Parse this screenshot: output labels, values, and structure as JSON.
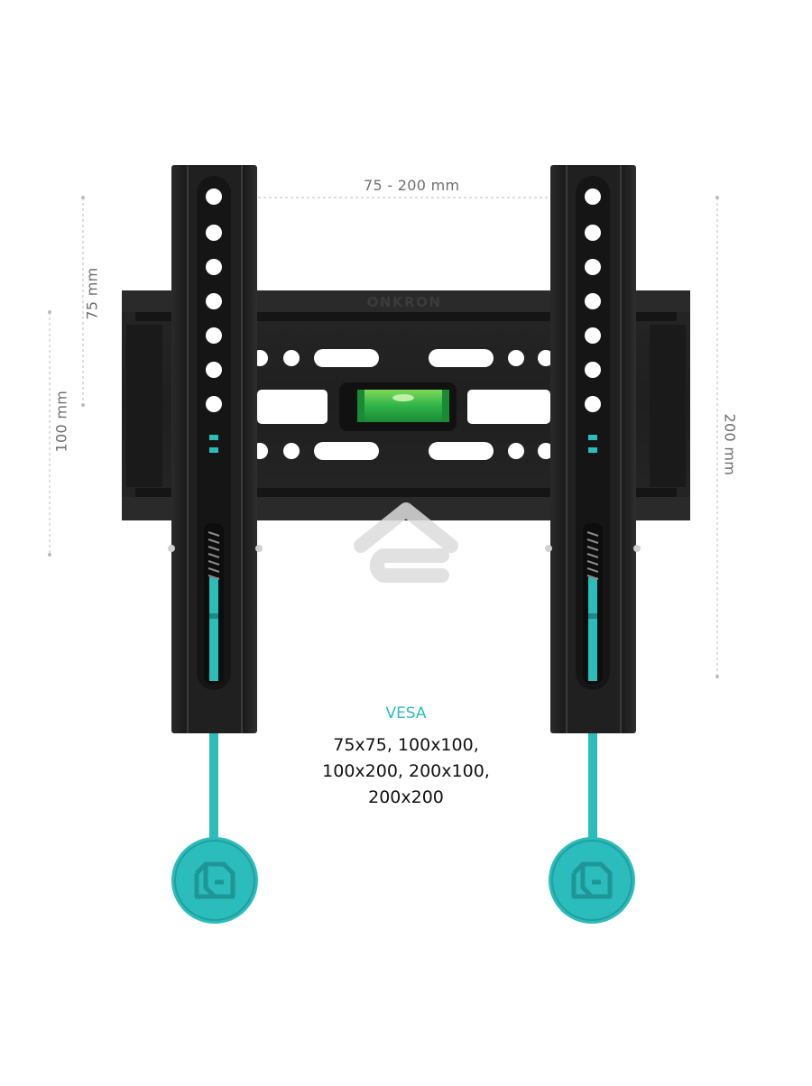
{
  "product": {
    "brand_mark": "ONKRON",
    "colors": {
      "bracket": "#1f1f1f",
      "bracket_edge": "#3a3a3a",
      "accent": "#2bbcbc",
      "level_green": "#2fb34a",
      "dimension_text": "#6f6f6f"
    }
  },
  "dimensions": {
    "horizontal_span": "75 - 200 mm",
    "left_inner": "75 mm",
    "left_outer": "100 mm",
    "right": "200 mm"
  },
  "vesa": {
    "title": "VESA",
    "line1": "75x75, 100x100,",
    "line2": "100x200, 200x100,",
    "line3": "200x200"
  },
  "icons": {
    "watermark": "house-watermark-icon",
    "level": "bubble-level-icon",
    "pull_tab": "onkron-logo-icon"
  }
}
